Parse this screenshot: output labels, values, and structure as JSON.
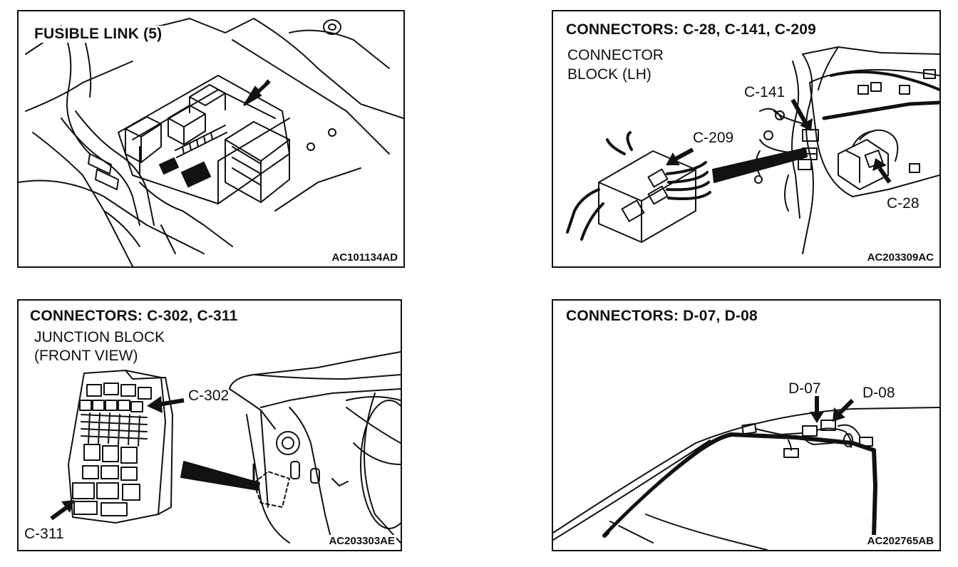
{
  "panels": [
    {
      "title": "FUSIBLE LINK (5)",
      "code": "AC101134AD"
    },
    {
      "title": "CONNECTORS: C-28, C-141, C-209",
      "subtitle_line1": "CONNECTOR",
      "subtitle_line2": "BLOCK (LH)",
      "labels": [
        "C-141",
        "C-209",
        "C-28"
      ],
      "code": "AC203309AC"
    },
    {
      "title": "CONNECTORS: C-302, C-311",
      "subtitle_line1": "JUNCTION BLOCK",
      "subtitle_line2": "(FRONT VIEW)",
      "labels": [
        "C-302",
        "C-311"
      ],
      "code": "AC203303AE"
    },
    {
      "title": "CONNECTORS: D-07, D-08",
      "labels": [
        "D-07",
        "D-08"
      ],
      "code": "AC202765AB"
    }
  ],
  "colors": {
    "ink": "#111111",
    "paper": "#ffffff"
  }
}
